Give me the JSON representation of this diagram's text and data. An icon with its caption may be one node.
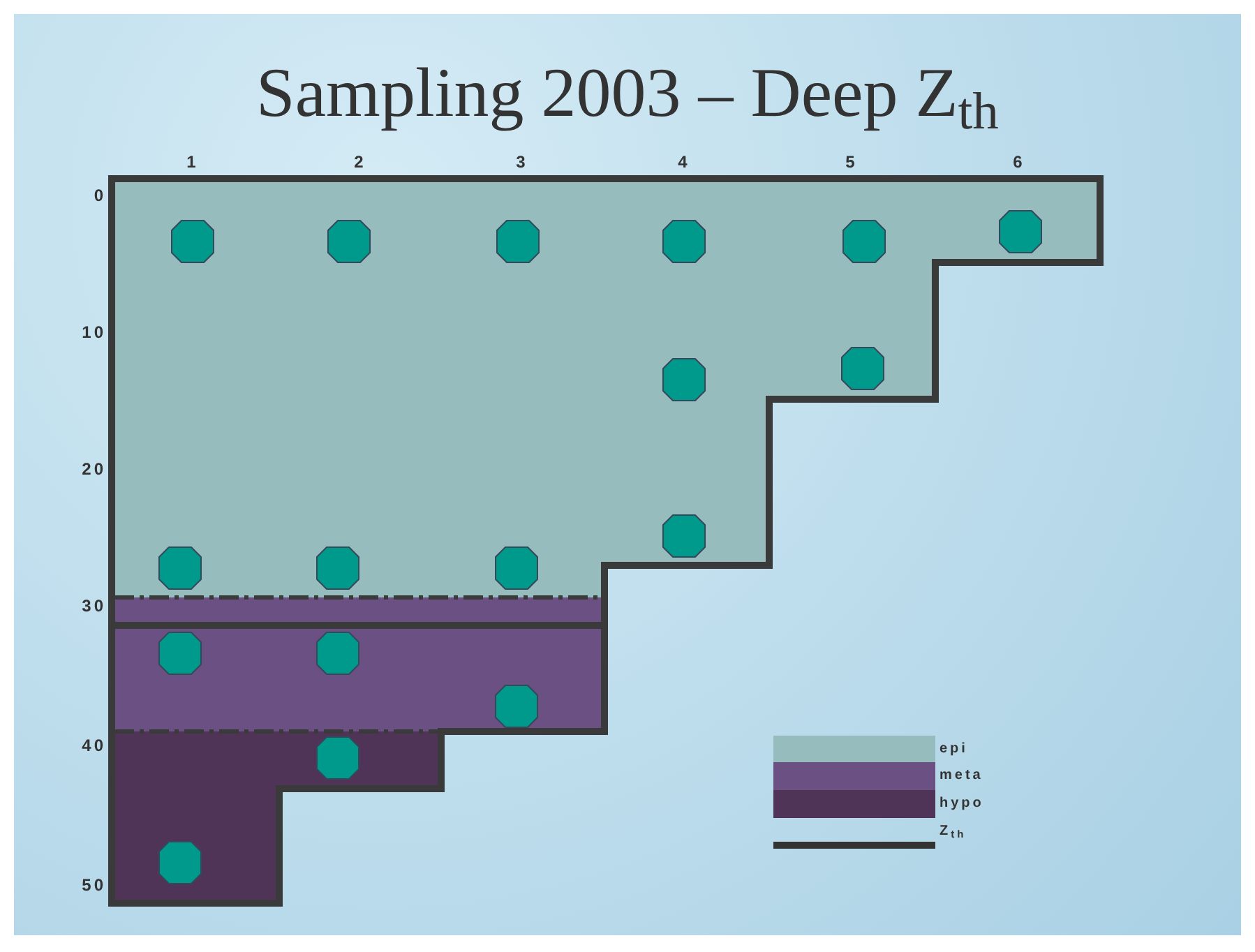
{
  "diagram": {
    "title": "Sampling 2003 – Deep Z$_{th}$",
    "labels": [
      "1",
      "2",
      "3",
      "4",
      "5",
      "6",
      "0",
      "10",
      "20",
      "30",
      "40",
      "50"
    ],
    "legend": [
      {
        "text": "epi",
        "color": "#97bcbe"
      },
      {
        "text": "meta",
        "color": "#6a5083"
      },
      {
        "text": "hypo",
        "color": "#4f3458"
      },
      {
        "text": "Z$_{th}$"
      }
    ]
  }
}
